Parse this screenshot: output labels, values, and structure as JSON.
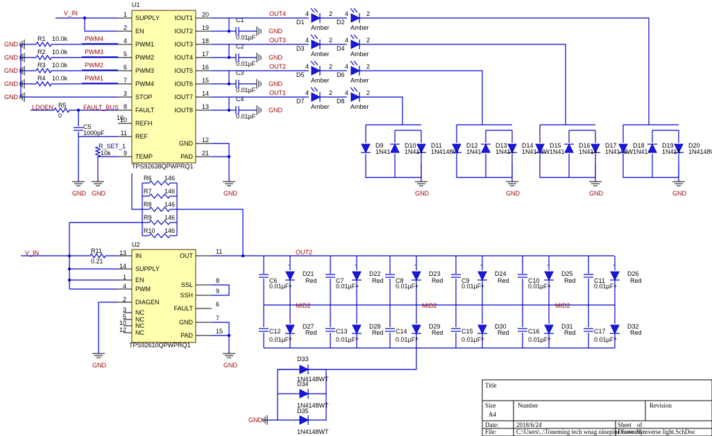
{
  "u1": {
    "designator": "U1",
    "part": "TPS92638QPWPRQ1",
    "left_pins": [
      {
        "num": "1",
        "name": "SUPPLY"
      },
      {
        "num": "2",
        "name": "EN"
      },
      {
        "num": "4",
        "name": "PWM1"
      },
      {
        "num": "5",
        "name": "PWM2"
      },
      {
        "num": "6",
        "name": "PWM3"
      },
      {
        "num": "7",
        "name": "PWM4"
      },
      {
        "num": "3",
        "name": "STOP"
      },
      {
        "num": "8",
        "name": "FAULT"
      },
      {
        "num": "10",
        "name": "REFH"
      },
      {
        "num": "11",
        "name": "REF"
      },
      {
        "num": "9",
        "name": "TEMP"
      }
    ],
    "right_pins": [
      {
        "num": "20",
        "name": "IOUT1"
      },
      {
        "num": "19",
        "name": "IOUT2"
      },
      {
        "num": "18",
        "name": "IOUT3"
      },
      {
        "num": "17",
        "name": "IOUT4"
      },
      {
        "num": "16",
        "name": "IOUT5"
      },
      {
        "num": "15",
        "name": "IOUT6"
      },
      {
        "num": "14",
        "name": "IOUT7"
      },
      {
        "num": "13",
        "name": "IOUT8"
      },
      {
        "num": "12",
        "name": "GND"
      },
      {
        "num": "21",
        "name": "PAD"
      }
    ]
  },
  "u2": {
    "designator": "U2",
    "part": "TPS92610QPWPRQ1",
    "left_pins": [
      {
        "num": "13",
        "name": "IN"
      },
      {
        "num": "14",
        "name": "SUPPLY"
      },
      {
        "num": "1",
        "name": "EN"
      },
      {
        "num": "4",
        "name": "PWM"
      },
      {
        "num": "2",
        "name": "DIAGEN"
      },
      {
        "num": "3",
        "name": "NC"
      },
      {
        "num": "5",
        "name": "NC"
      },
      {
        "num": "10",
        "name": "NC"
      },
      {
        "num": "12",
        "name": "NC"
      }
    ],
    "right_pins": [
      {
        "num": "11",
        "name": "OUT"
      },
      {
        "num": "8",
        "name": "SSL"
      },
      {
        "num": "9",
        "name": "SSH"
      },
      {
        "num": "6",
        "name": "FAULT"
      },
      {
        "num": "7",
        "name": "GND"
      },
      {
        "num": "15",
        "name": "PAD"
      }
    ]
  },
  "nets": {
    "vin": "V_IN",
    "gnd": "GND",
    "fault_bus": "FAULT_BUS",
    "ldoen": "LDOEN",
    "r_set": "R_SET_1",
    "out2": "OUT2",
    "mid2": "MID2",
    "outs": [
      "OUT4",
      "OUT3",
      "OUT2",
      "OUT1"
    ],
    "pwms": [
      "PWM4",
      "PWM3",
      "PWM2",
      "PWM1"
    ]
  },
  "resistors": {
    "r_pwm": [
      {
        "ref": "R1",
        "val": "10.0k"
      },
      {
        "ref": "R2",
        "val": "10.0k"
      },
      {
        "ref": "R3",
        "val": "10.0k"
      },
      {
        "ref": "R4",
        "val": "10.0k"
      }
    ],
    "r5": {
      "ref": "R5",
      "val": "0"
    },
    "r_set": {
      "val": "10k"
    },
    "rbank": [
      {
        "ref": "R6",
        "val": "146"
      },
      {
        "ref": "R7",
        "val": "146"
      },
      {
        "ref": "R8",
        "val": "146"
      },
      {
        "ref": "R9",
        "val": "146"
      },
      {
        "ref": "R10",
        "val": "146"
      }
    ],
    "r11": {
      "ref": "R11",
      "val": "0.21"
    }
  },
  "caps": {
    "top": [
      {
        "ref": "C1",
        "val": "0.01µF"
      },
      {
        "ref": "C2",
        "val": "0.01µF"
      },
      {
        "ref": "C3",
        "val": "0.01µF"
      },
      {
        "ref": "C4",
        "val": "0.01µF"
      }
    ],
    "c5": {
      "ref": "C5",
      "val": "1000pF"
    },
    "row1": [
      {
        "ref": "C6",
        "val": "0.01µF"
      },
      {
        "ref": "C7",
        "val": "0.01µF"
      },
      {
        "ref": "C8",
        "val": "0.01µF"
      },
      {
        "ref": "C9",
        "val": "0.01µF"
      },
      {
        "ref": "C10",
        "val": "0.01µF"
      },
      {
        "ref": "C11",
        "val": "0.01µF"
      }
    ],
    "row2": [
      {
        "ref": "C12",
        "val": "0.01µF"
      },
      {
        "ref": "C13",
        "val": "0.01µF"
      },
      {
        "ref": "C14",
        "val": "0.01µF"
      },
      {
        "ref": "C15",
        "val": "0.01µF"
      },
      {
        "ref": "C16",
        "val": "0.01µF"
      },
      {
        "ref": "C17",
        "val": "0.01µF"
      }
    ]
  },
  "leds_amber": [
    {
      "a": "D1",
      "b": "D2"
    },
    {
      "a": "D3",
      "b": "D4"
    },
    {
      "a": "D5",
      "b": "D6"
    },
    {
      "a": "D7",
      "b": "D8"
    }
  ],
  "amber_label": "Amber",
  "diode_groups": [
    {
      "refs": [
        "D9",
        "D10",
        "D11"
      ]
    },
    {
      "refs": [
        "D12",
        "D13",
        "D14"
      ]
    },
    {
      "refs": [
        "D15",
        "D16",
        "D17"
      ]
    },
    {
      "refs": [
        "D18",
        "D19",
        "D20"
      ]
    }
  ],
  "diode_labels": {
    "a": "1N41",
    "b": "1N414",
    "c": "1N4148WT",
    "c_short": "1N4148W",
    "last": "1N4148WT"
  },
  "red_leds": {
    "row1": [
      "D21",
      "D22",
      "D23",
      "D24",
      "D25",
      "D26"
    ],
    "row2": [
      "D27",
      "D28",
      "D29",
      "D30",
      "D31",
      "D32"
    ],
    "label": "Red"
  },
  "bottom_diodes": [
    {
      "ref": "D33",
      "val": "1N4148WT"
    },
    {
      "ref": "D34",
      "val": "1N4148WT"
    },
    {
      "ref": "D35",
      "val": "1N4148WT"
    }
  ],
  "pin_nums": {
    "p1": "1",
    "p2": "2",
    "p4": "4",
    "minus": "-",
    "plus": "+"
  },
  "title_block": {
    "title": "Title",
    "size_label": "Size",
    "size": "A4",
    "number_label": "Number",
    "revision_label": "Revision",
    "date_label": "Date:",
    "date": "2018/6/24",
    "file_label": "File:",
    "file": "C:\\Users\\..\\Toneming tech wnag ninepine forward reverse light.SchDoc",
    "sheet_label": "Sheet",
    "of_label": "of",
    "drawn_label": "Drawn By:"
  }
}
